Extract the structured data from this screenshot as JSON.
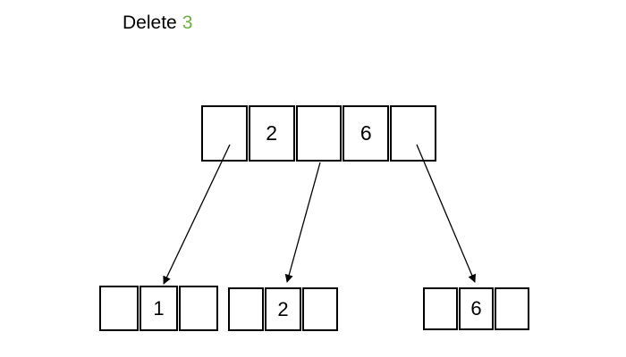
{
  "title": {
    "action": "Delete",
    "key": "3"
  },
  "colors": {
    "line": "#000000",
    "key_green": "#70AD47",
    "background": "#ffffff"
  },
  "tree": {
    "root": {
      "cells": [
        "",
        "2",
        "",
        "6",
        ""
      ]
    },
    "children": [
      {
        "cells": [
          "",
          "1",
          ""
        ]
      },
      {
        "cells": [
          "",
          "2",
          ""
        ]
      },
      {
        "cells": [
          "",
          "6",
          ""
        ]
      }
    ]
  },
  "arrows": [
    {
      "from": "root-pointer-slot-1",
      "to": "child-node-1"
    },
    {
      "from": "root-pointer-slot-3",
      "to": "child-node-2"
    },
    {
      "from": "root-pointer-slot-5",
      "to": "child-node-3"
    }
  ]
}
